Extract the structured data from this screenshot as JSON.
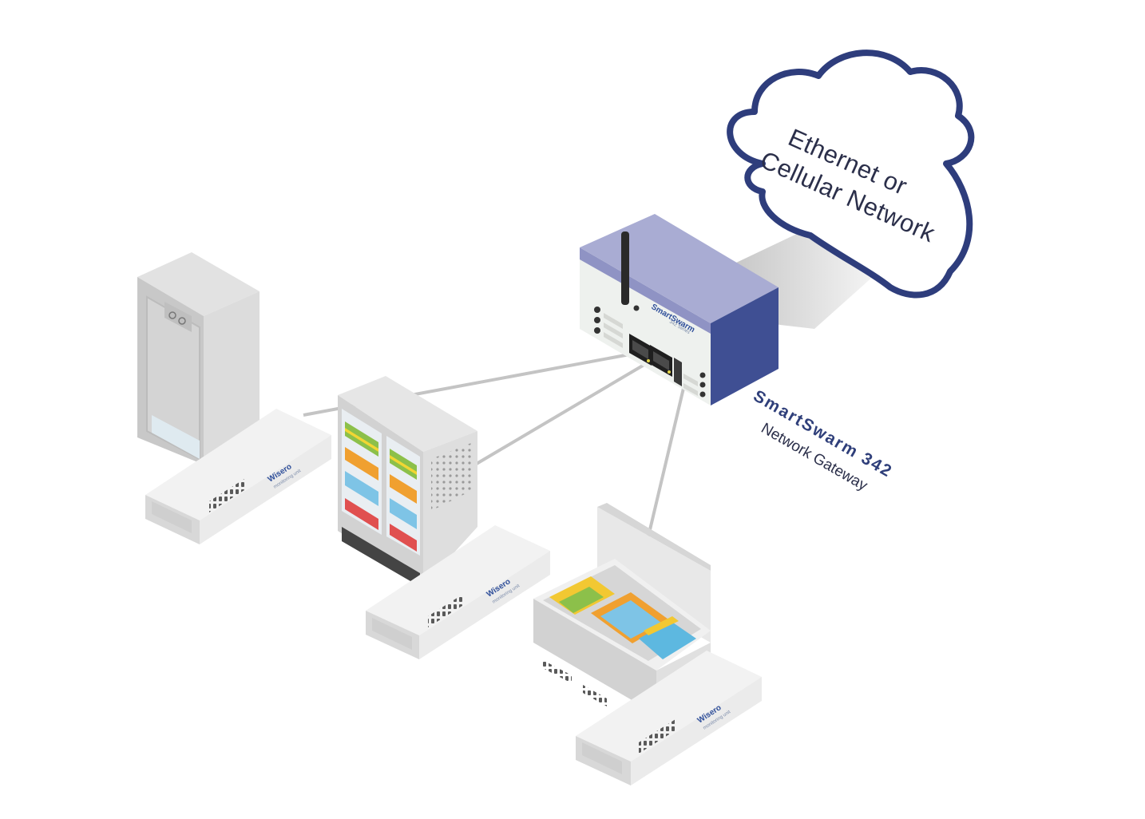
{
  "cloud": {
    "line1": "Ethernet or",
    "line2": "Cellular Network"
  },
  "gateway": {
    "brand": "SmartSwarm 342",
    "subtitle": "Network Gateway",
    "panel_brand": "SmartSwarm",
    "panel_sub": "342 Series"
  },
  "sensors": {
    "brand": "Wisero",
    "tagline": "monitoring unit"
  },
  "colors": {
    "cloud_stroke": "#2e3d7c",
    "gateway_top": "#a9acd3",
    "gateway_side": "#3f4f93",
    "gateway_front": "#eef1ee",
    "link_line": "#c4c4c4",
    "device_light": "#eeeeee",
    "device_mid": "#d9d9d9",
    "device_dark": "#bdbdbd"
  }
}
